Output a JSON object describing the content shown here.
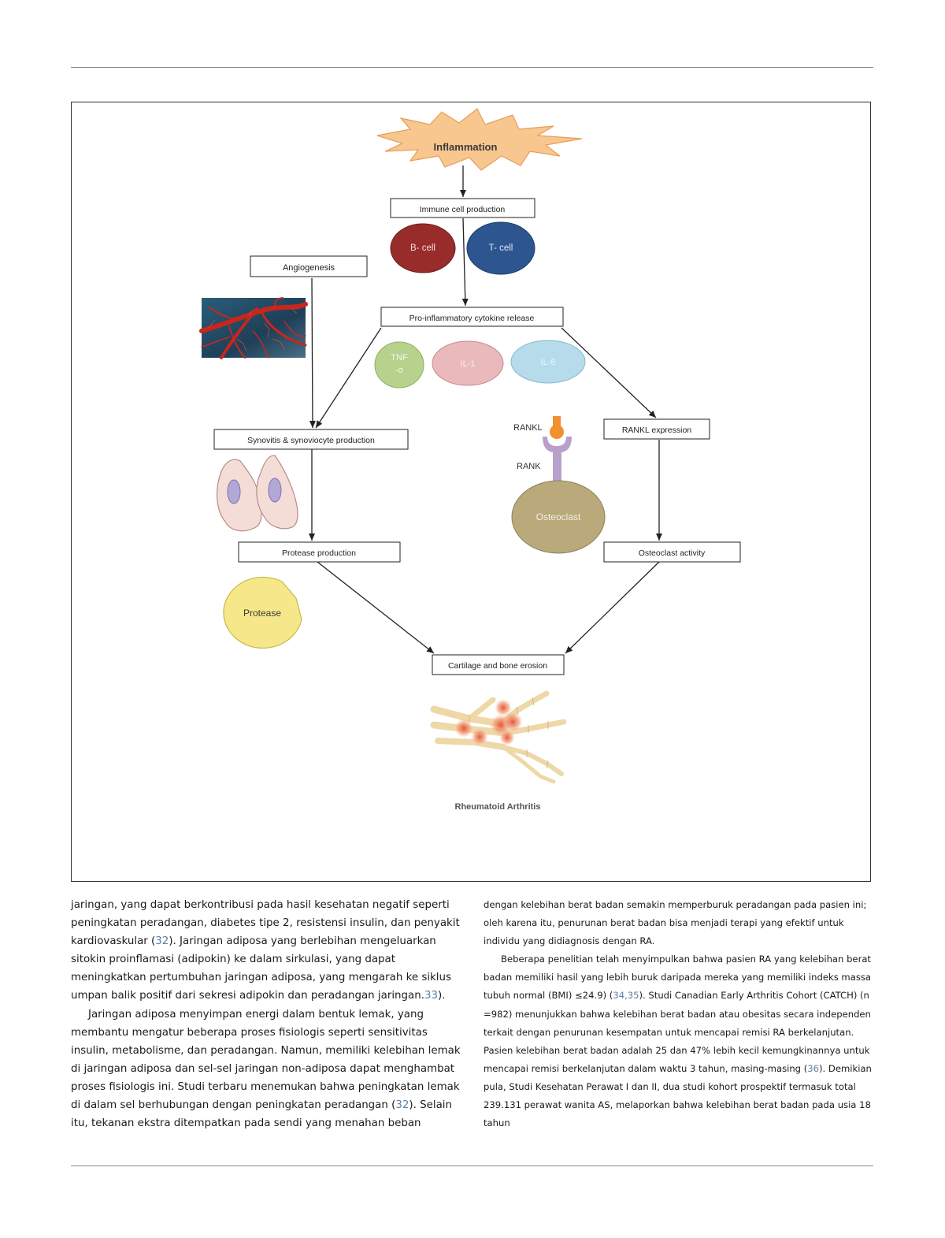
{
  "diagram": {
    "inflammation": "Inflammation",
    "immune_cell_production": "Immune cell production",
    "b_cell": "B- cell",
    "t_cell": "T- cell",
    "angiogenesis": "Angiogenesis",
    "cytokine_release": "Pro-inflammatory cytokine release",
    "tnf_line1": "TNF",
    "tnf_line2": "-α",
    "il1": "IL-1",
    "il6": "IL-6",
    "synovitis": "Synovitis & synoviocyte production",
    "rankl_expression": "RANKL expression",
    "rankl_label": "RANKL",
    "rank_label": "RANK",
    "osteoclast": "Osteoclast",
    "protease_production": "Protease production",
    "osteoclast_activity": "Osteoclast activity",
    "protease": "Protease",
    "erosion": "Cartilage and bone erosion",
    "ra_caption": "Rheumatoid Arthritis"
  },
  "text": {
    "left": [
      {
        "t": "jaringan, yang dapat berkontribusi pada hasil kesehatan negatif seperti peningkatan peradangan, diabetes tipe 2, resistensi insulin, dan penyakit kardiovaskular (",
        "ref": "32",
        "t2": "). Jaringan adiposa yang berlebihan mengeluarkan sitokin proinflamasi (adipokin) ke dalam sirkulasi, yang dapat meningkatkan pertumbuhan jaringan adiposa, yang mengarah ke siklus umpan balik positif dari sekresi adipokin dan peradangan jaringan.",
        "ref2": "33",
        "t3": ")."
      },
      {
        "t": "Jaringan adiposa menyimpan energi dalam bentuk lemak, yang membantu mengatur beberapa proses fisiologis seperti sensitivitas insulin, metabolisme, dan peradangan. Namun, memiliki kelebihan lemak di jaringan adiposa dan sel-sel jaringan non-adiposa dapat menghambat proses fisiologis ini. Studi terbaru menemukan bahwa peningkatan lemak di dalam sel berhubungan dengan peningkatan peradangan (",
        "ref": "32",
        "t2": "). Selain itu, tekanan ekstra ditempatkan pada sendi yang menahan beban",
        "ref2": "",
        "t3": ""
      }
    ],
    "right": [
      {
        "t": "dengan kelebihan berat badan semakin memperburuk peradangan pada pasien ini; oleh karena itu, penurunan berat badan bisa menjadi terapi yang efektif untuk individu yang didiagnosis dengan RA.",
        "ref": "",
        "t2": "",
        "ref2": "",
        "t3": ""
      },
      {
        "t": "Beberapa penelitian telah menyimpulkan bahwa pasien RA yang kelebihan berat badan memiliki hasil yang lebih buruk daripada mereka yang memiliki indeks massa tubuh normal (BMI) ≤24.9) (",
        "ref": "34,35",
        "t2": "). Studi Canadian Early Arthritis Cohort (CATCH) (n =982) menunjukkan bahwa kelebihan berat badan atau obesitas secara independen terkait dengan penurunan kesempatan untuk mencapai remisi RA berkelanjutan. Pasien kelebihan berat badan adalah 25 dan 47% lebih kecil kemungkinannya untuk mencapai remisi berkelanjutan dalam waktu 3 tahun, masing-masing (",
        "ref2": "36",
        "t3": "). Demikian pula, Studi Kesehatan Perawat I dan II, dua studi kohort prospektif termasuk total 239.131 perawat wanita AS, melaporkan bahwa kelebihan berat badan pada usia 18 tahun"
      }
    ]
  }
}
